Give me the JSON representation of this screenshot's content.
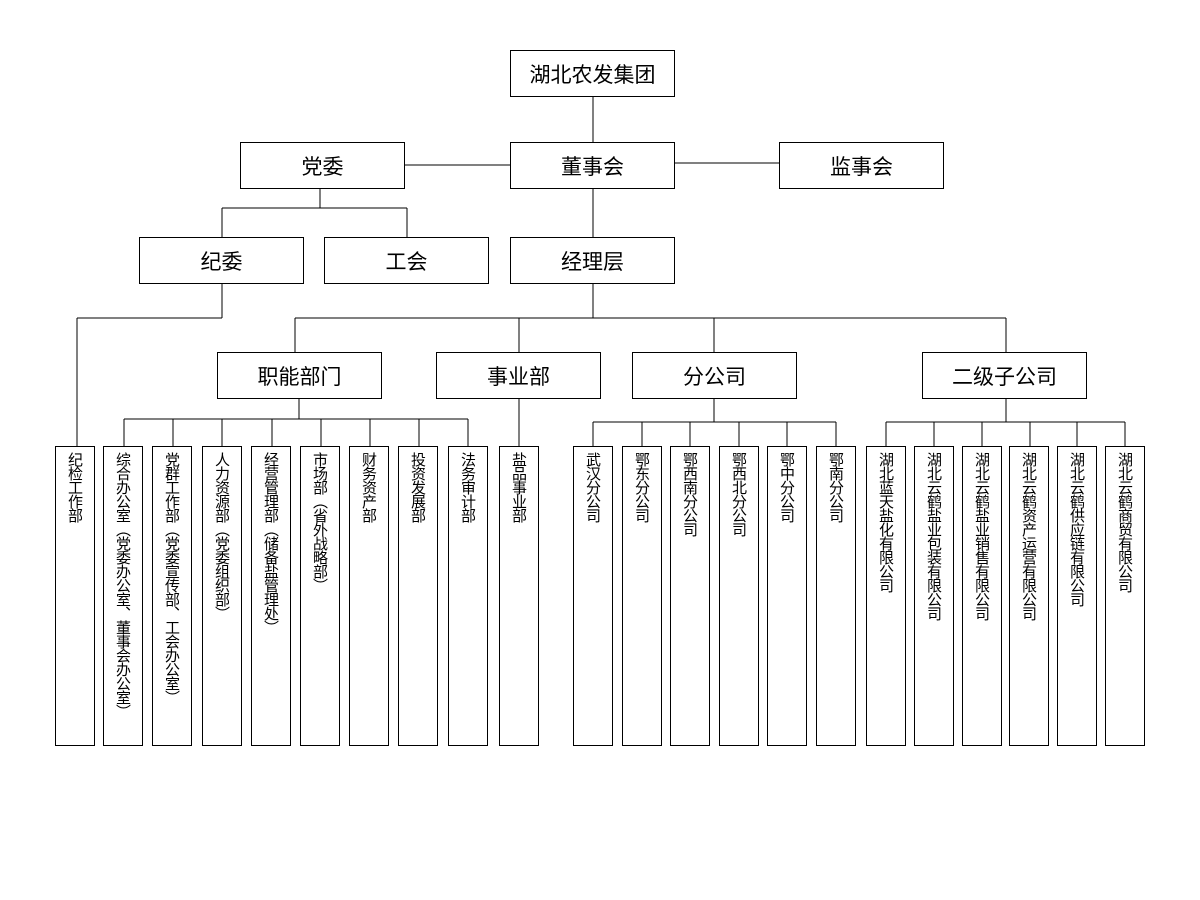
{
  "top": {
    "group": "湖北农发集团"
  },
  "level2": {
    "party": "党委",
    "board": "董事会",
    "supervisory": "监事会"
  },
  "level3": {
    "discipline": "纪委",
    "union": "工会",
    "management": "经理层"
  },
  "categories": {
    "functional": "职能部门",
    "business": "事业部",
    "branches": "分公司",
    "subsidiaries": "二级子公司"
  },
  "discipline_units": [
    "纪检工作部"
  ],
  "functional_units": [
    "综合办公室（党委办公室、董事会办公室）",
    "党群工作部（党委宣传部、工会办公室）",
    "人力资源部（党委组织部）",
    "经营管理部（储备盐管理处）",
    "市场部（省外战略部）",
    "财务资产部",
    "投资发展部",
    "法务审计部"
  ],
  "business_units": [
    "盐品事业部"
  ],
  "branch_units": [
    "武汉分公司",
    "鄂东分公司",
    "鄂西南分公司",
    "鄂西北分公司",
    "鄂中分公司",
    "鄂南分公司"
  ],
  "subsidiary_units": [
    "湖北蓝天盐化有限公司",
    "湖北云鹤盐业包装有限公司",
    "湖北云鹤盐业销售有限公司",
    "湖北云鹤资产运营有限公司",
    "湖北云鹤供应链有限公司",
    "湖北云鹤商贸有限公司"
  ]
}
